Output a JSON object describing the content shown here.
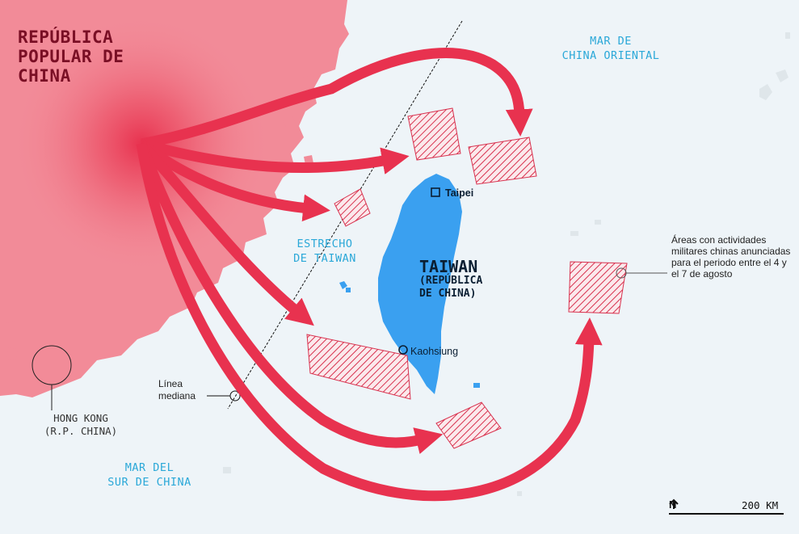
{
  "labels": {
    "china": "REPÚBLICA\nPOPULAR DE\nCHINA",
    "east_china_sea": "MAR DE\nCHINA ORIENTAL",
    "taiwan_strait": "ESTRECHO\nDE TAIWAN",
    "south_china_sea": "MAR DEL\nSUR DE CHINA",
    "taiwan": "TAIWAN",
    "taiwan_sub": "(REPÚBLICA\nDE CHINA)",
    "taipei": "Taipei",
    "kaohsiung": "Kaohsiung",
    "hong_kong": "HONG KONG\n(R.P. CHINA)",
    "median_line": "Línea\nmediana",
    "areas_note": "Áreas con actividades militares chinas anunciadas para el periodo entre el 4 y el 7 de agosto",
    "north": "N",
    "scale": "200 KM"
  },
  "colors": {
    "sea": "#eef4f8",
    "china_land": "#f28b98",
    "arrows": "#e8324f",
    "taiwan": "#3aa0f0",
    "sea_labels": "#2ba8d8",
    "exercise_zones": "#d8324f"
  },
  "legend_icons": [
    "north-arrow-icon",
    "scale-bar"
  ]
}
